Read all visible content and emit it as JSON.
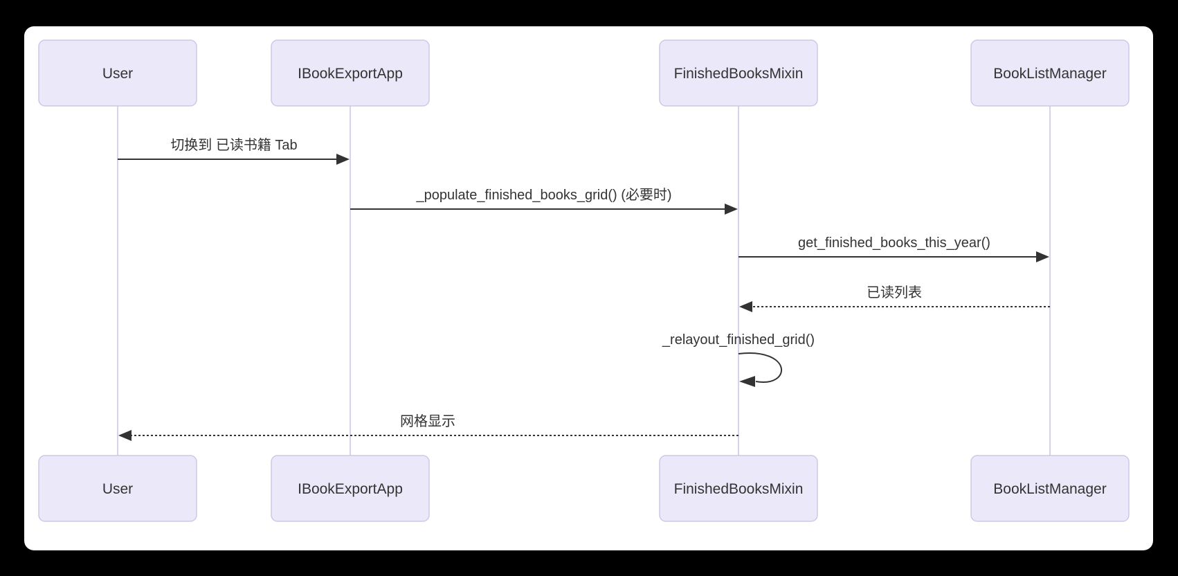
{
  "diagram": {
    "kind": "sequence-diagram",
    "participants": [
      {
        "name": "User"
      },
      {
        "name": "IBookExportApp"
      },
      {
        "name": "FinishedBooksMixin"
      },
      {
        "name": "BookListManager"
      }
    ],
    "messages": [
      {
        "from": "User",
        "to": "IBookExportApp",
        "label": "切换到 已读书籍 Tab",
        "line": "solid",
        "arrow": "filled"
      },
      {
        "from": "IBookExportApp",
        "to": "FinishedBooksMixin",
        "label": "_populate_finished_books_grid() (必要时)",
        "line": "solid",
        "arrow": "filled"
      },
      {
        "from": "FinishedBooksMixin",
        "to": "BookListManager",
        "label": "get_finished_books_this_year()",
        "line": "solid",
        "arrow": "filled"
      },
      {
        "from": "BookListManager",
        "to": "FinishedBooksMixin",
        "label": "已读列表",
        "line": "dashed",
        "arrow": "filled"
      },
      {
        "from": "FinishedBooksMixin",
        "to": "FinishedBooksMixin",
        "label": "_relayout_finished_grid()",
        "line": "self-loop",
        "arrow": "filled"
      },
      {
        "from": "FinishedBooksMixin",
        "to": "User",
        "label": "网格显示",
        "line": "dashed",
        "arrow": "filled"
      }
    ],
    "colors": {
      "page_background": "#000000",
      "canvas_background": "#ffffff",
      "actor_fill": "#ebe9f9",
      "actor_border": "#cdc8e6",
      "lifeline": "#d7d2f0",
      "arrow": "#333333",
      "text": "#333333"
    }
  }
}
